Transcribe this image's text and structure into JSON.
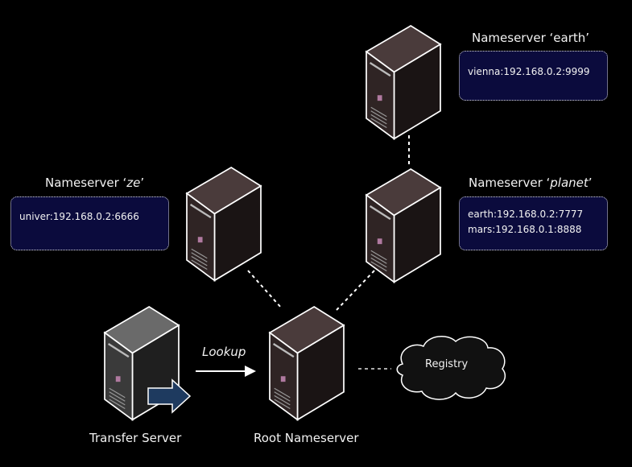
{
  "nameservers": {
    "earth": {
      "prefix": "Nameserver ‘",
      "name": "earth",
      "suffix": "’",
      "entries": [
        "vienna:192.168.0.2:9999"
      ]
    },
    "planet": {
      "prefix": "Nameserver ‘",
      "name": "planet",
      "suffix": "’",
      "entries": [
        "earth:192.168.0.2:7777",
        "mars:192.168.0.1:8888"
      ]
    },
    "ze": {
      "prefix": "Nameserver ‘",
      "name": "ze",
      "suffix": "’",
      "entries": [
        "univer:192.168.0.2:6666"
      ]
    }
  },
  "labels": {
    "transfer": "Transfer Server",
    "root": "Root Nameserver",
    "registry": "Registry",
    "lookup": "Lookup"
  },
  "colors": {
    "server_front": "#2f2424",
    "transfer_front": "#2b2b2b",
    "box_fill": "#0b0b3d",
    "arrow": "#1e3a5f"
  }
}
